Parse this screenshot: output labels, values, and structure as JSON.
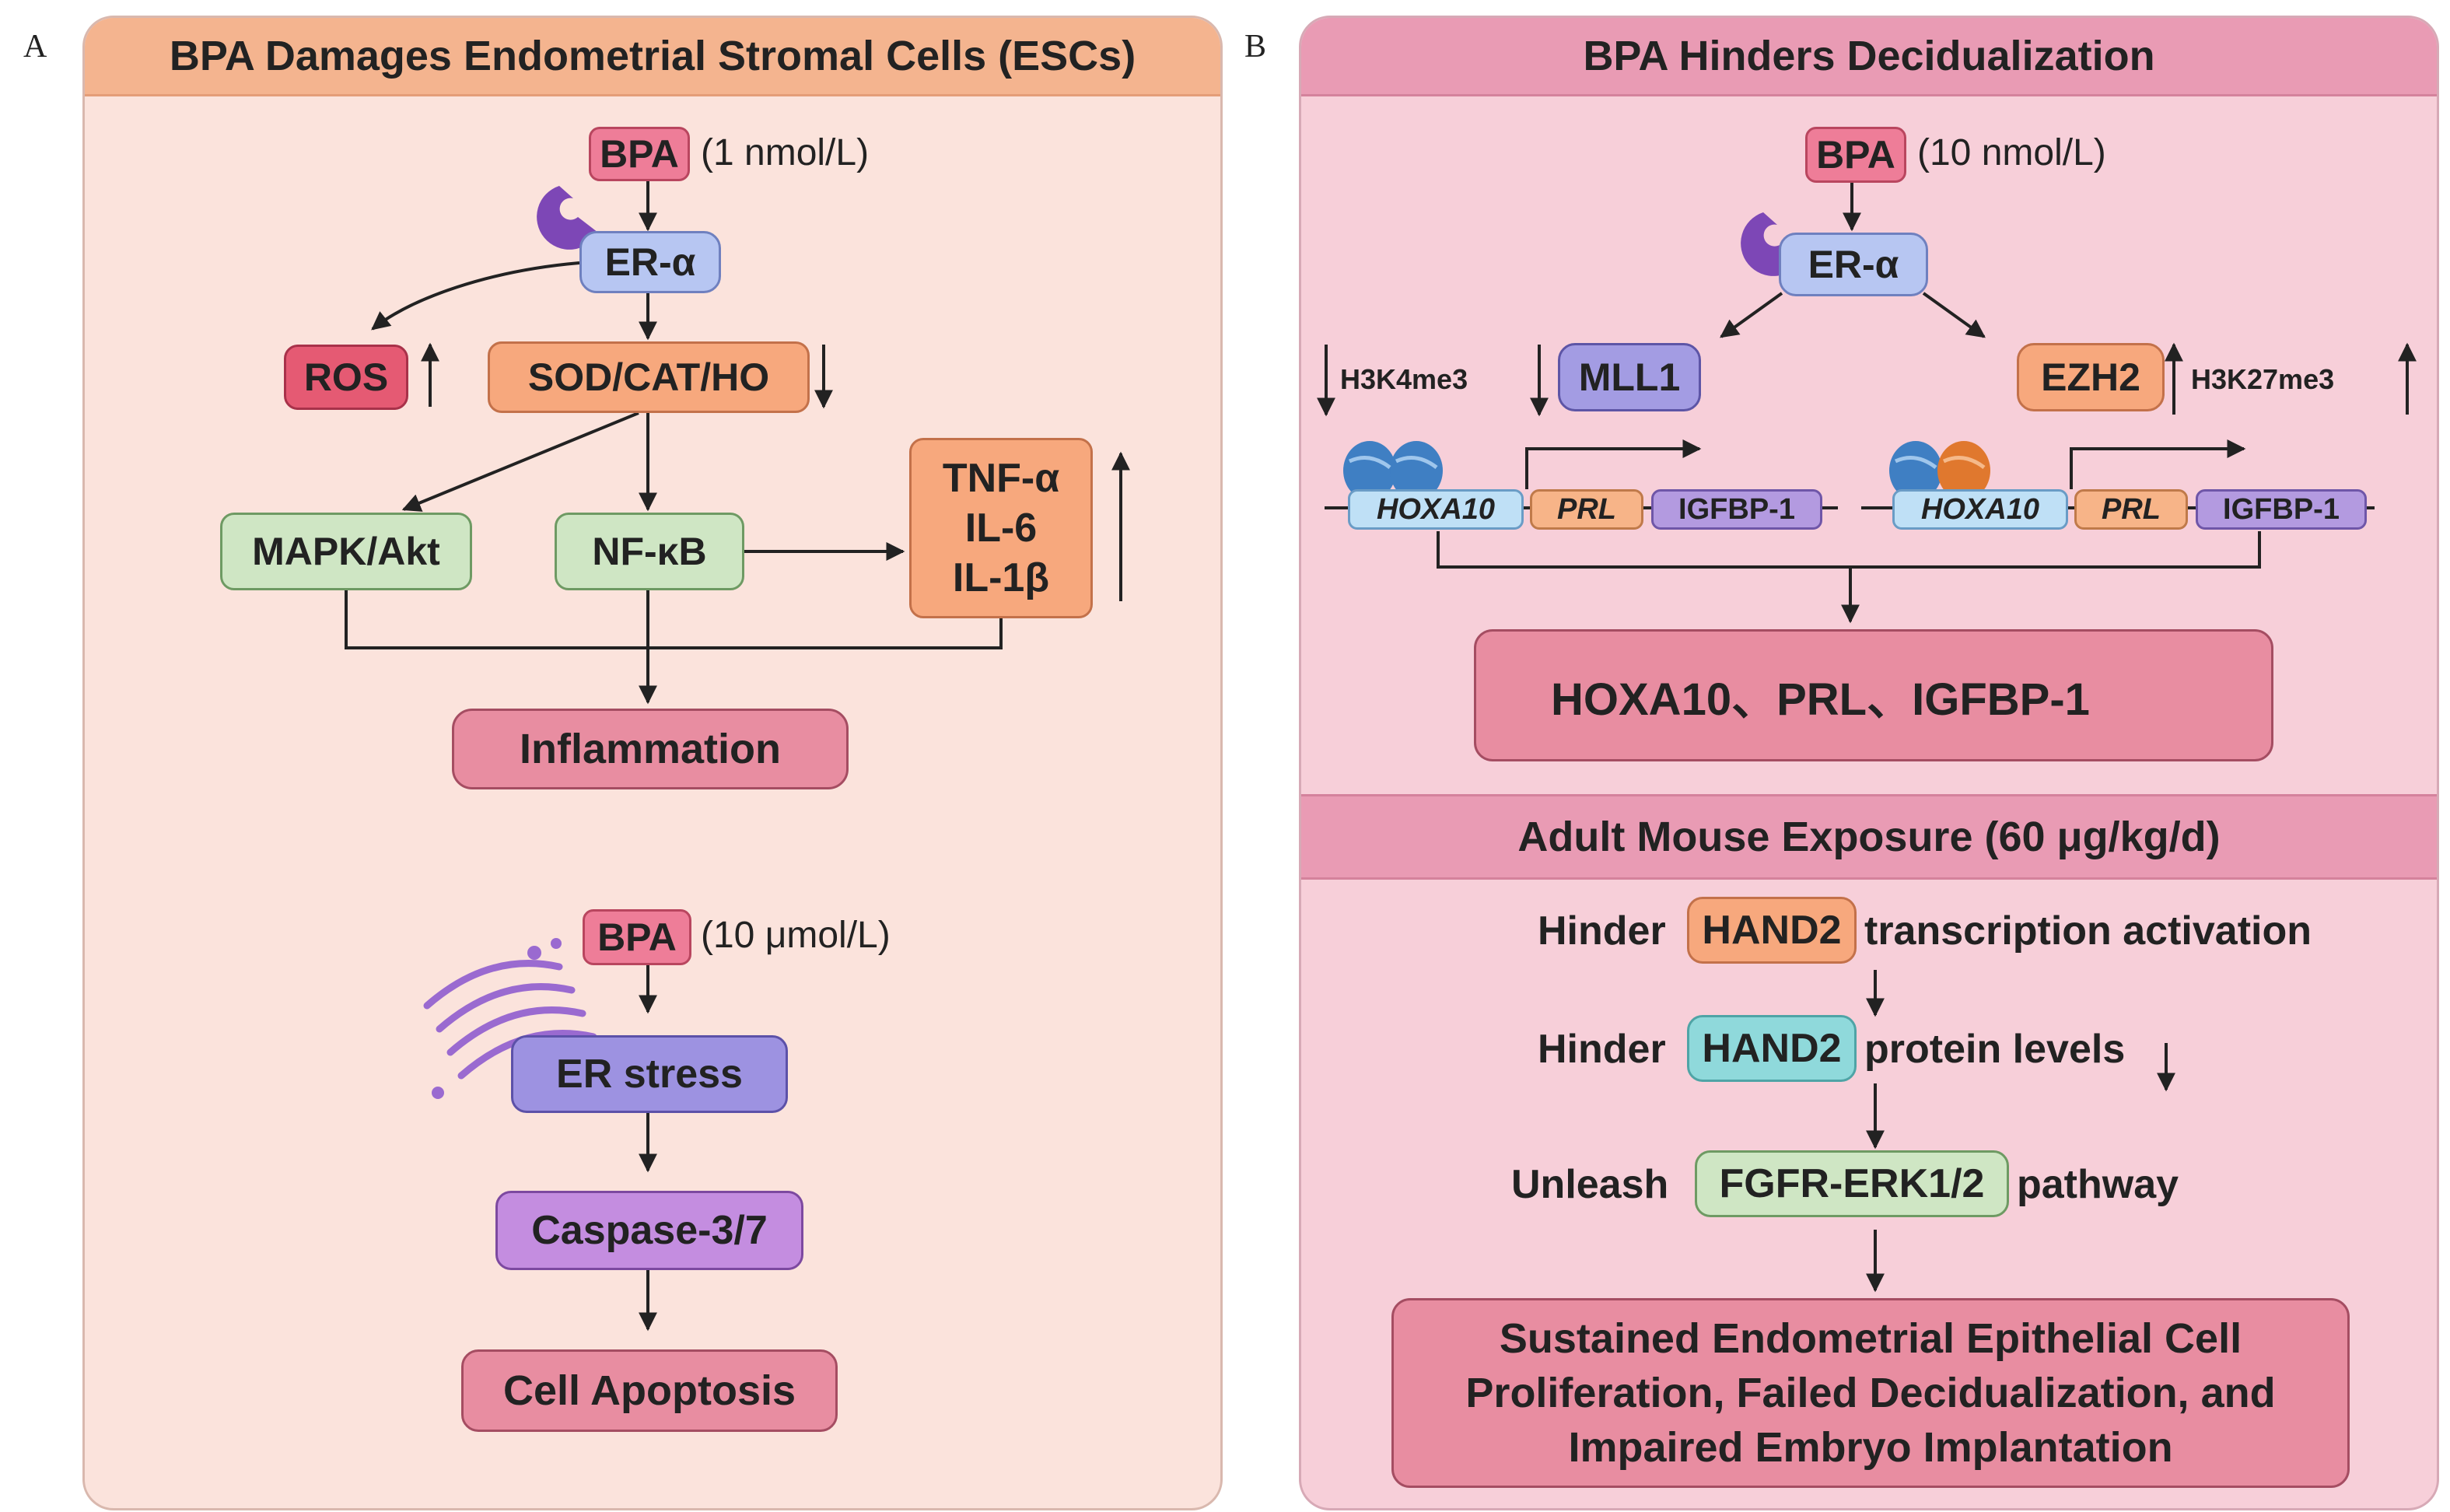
{
  "panel_a": {
    "letter": "A",
    "title": "BPA Damages Endometrial Stromal Cells (ESCs)",
    "bpa1": "BPA",
    "dose1": "(1 nmol/L)",
    "er_alpha": "ER-α",
    "ros": "ROS",
    "sod": "SOD/CAT/HO",
    "mapk": "MAPK/Akt",
    "nfkb": "NF-κB",
    "cytokines": [
      "TNF-α",
      "IL-6",
      "IL-1β"
    ],
    "inflammation": "Inflammation",
    "bpa2": "BPA",
    "dose2": "(10 μmol/L)",
    "er_stress": "ER stress",
    "caspase": "Caspase-3/7",
    "apoptosis": "Cell Apoptosis"
  },
  "panel_b": {
    "letter": "B",
    "title": "BPA Hinders Decidualization",
    "bpa": "BPA",
    "dose": "(10 nmol/L)",
    "er_alpha": "ER-α",
    "mll1": "MLL1",
    "ezh2": "EZH2",
    "h3k4": "H3K4me3",
    "h3k27": "H3K27me3",
    "genes": [
      "HOXA10",
      "PRL",
      "IGFBP-1"
    ],
    "result": "HOXA10、PRL、IGFBP-1",
    "title2": "Adult Mouse Exposure (60 μg/kg/d)",
    "step1": {
      "pre": "Hinder",
      "box": "HAND2",
      "post": "transcription activation"
    },
    "step2": {
      "pre": "Hinder",
      "box": "HAND2",
      "post": "protein levels"
    },
    "step3": {
      "pre": "Unleash",
      "box": "FGFR-ERK1/2",
      "post": "pathway"
    },
    "outcome": [
      "Sustained Endometrial Epithelial Cell",
      "Proliferation, Failed Decidualization, and",
      "Impaired Embryo Implantation"
    ]
  },
  "colors": {
    "panel_a_bg": "#fbe3dc",
    "panel_a_header": "#f4b48f",
    "panel_b_bg": "#f7cfd9",
    "panel_b_header": "#e99bb4",
    "down_arrow_red": "#b3252f"
  }
}
